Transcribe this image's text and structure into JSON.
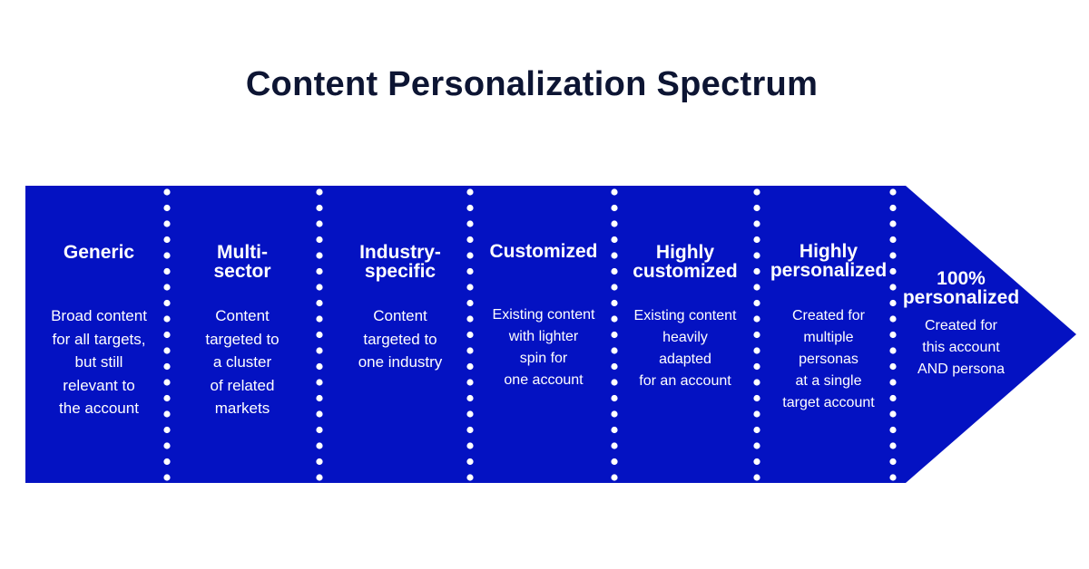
{
  "title": "Content Personalization Spectrum",
  "colors": {
    "arrow_fill": "#0412c2",
    "title_text": "#0d1533",
    "segment_text": "#ffffff",
    "divider_dots": "#ffffff"
  },
  "segments": [
    {
      "heading": [
        "Generic"
      ],
      "description": [
        "Broad content",
        "for all targets,",
        "but still",
        "relevant to",
        "the account"
      ]
    },
    {
      "heading": [
        "Multi-",
        "sector"
      ],
      "description": [
        "Content",
        "targeted to",
        "a cluster",
        "of related",
        "markets"
      ]
    },
    {
      "heading": [
        "Industry-",
        "specific"
      ],
      "description": [
        "Content",
        "targeted to",
        "one industry"
      ]
    },
    {
      "heading": [
        "Customized"
      ],
      "description": [
        "Existing content",
        "with lighter",
        "spin for",
        "one account"
      ]
    },
    {
      "heading": [
        "Highly",
        "customized"
      ],
      "description": [
        "Existing content",
        "heavily",
        "adapted",
        "for an account"
      ]
    },
    {
      "heading": [
        "Highly",
        "personalized"
      ],
      "description": [
        "Created for",
        "multiple",
        "personas",
        "at a single",
        "target account"
      ]
    },
    {
      "heading": [
        "100%",
        "personalized"
      ],
      "description": [
        "Created for",
        "this account",
        "AND persona"
      ]
    }
  ]
}
